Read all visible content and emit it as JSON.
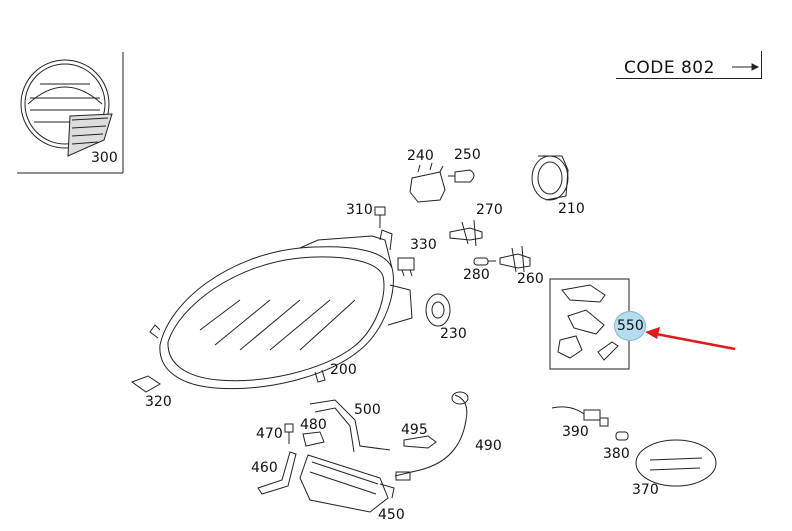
{
  "code_label": "CODE 802",
  "parts": {
    "p300": "300",
    "p240": "240",
    "p250": "250",
    "p210": "210",
    "p310": "310",
    "p270": "270",
    "p330": "330",
    "p280": "280",
    "p260": "260",
    "p230": "230",
    "p550": "550",
    "p200": "200",
    "p320": "320",
    "p500": "500",
    "p470": "470",
    "p480": "480",
    "p495": "495",
    "p490": "490",
    "p390": "390",
    "p380": "380",
    "p460": "460",
    "p370": "370",
    "p450": "450"
  },
  "colors": {
    "highlight": "#b5dcef",
    "arrow": "#e0191b",
    "line": "#222222"
  }
}
